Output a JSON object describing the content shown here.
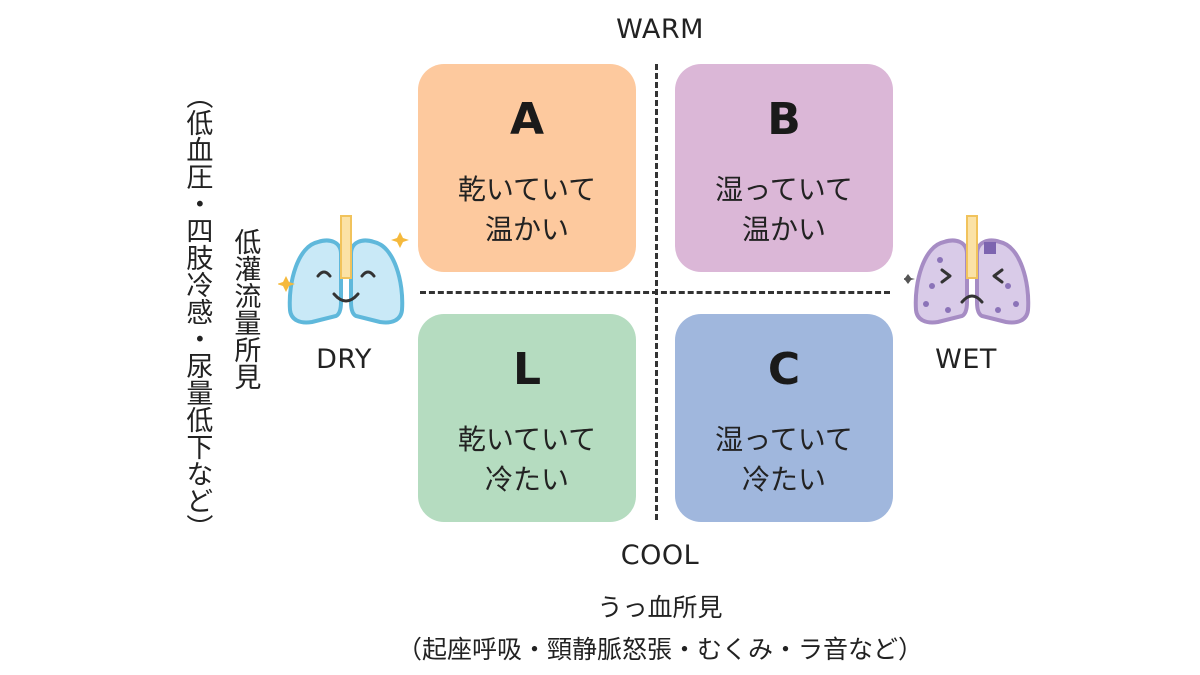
{
  "axes": {
    "top": "WARM",
    "bottom": "COOL",
    "left": "DRY",
    "right": "WET"
  },
  "left_caption": "低灌流量所見",
  "left_detail": "（低血圧・四肢冷感・尿量低下など）",
  "bottom_caption": "うっ血所見",
  "bottom_detail": "（起座呼吸・頸静脈怒張・むくみ・ラ音など）",
  "quadrants": {
    "a": {
      "letter": "A",
      "line1": "乾いていて",
      "line2": "温かい",
      "color": "#fdc99e"
    },
    "b": {
      "letter": "B",
      "line1": "湿っていて",
      "line2": "温かい",
      "color": "#dbb7d7"
    },
    "l": {
      "letter": "L",
      "line1": "乾いていて",
      "line2": "冷たい",
      "color": "#b5dcc0"
    },
    "c": {
      "letter": "C",
      "line1": "湿っていて",
      "line2": "冷たい",
      "color": "#a0b7dd"
    }
  },
  "icons": {
    "dry": "happy-lungs-icon",
    "wet": "sick-lungs-icon"
  }
}
